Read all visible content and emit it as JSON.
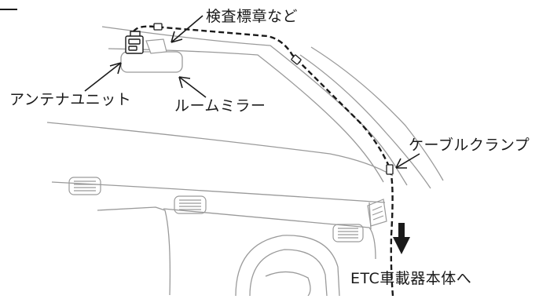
{
  "labels": {
    "inspection": "検査標章など",
    "antenna": "アンテナユニット",
    "mirror": "ルームミラー",
    "clamp": "ケーブルクランプ",
    "etc": "ETC車載器本体へ"
  },
  "colors": {
    "line": "#9a9a9a",
    "cable": "#1a1a1a",
    "text": "#1a1a1a"
  }
}
